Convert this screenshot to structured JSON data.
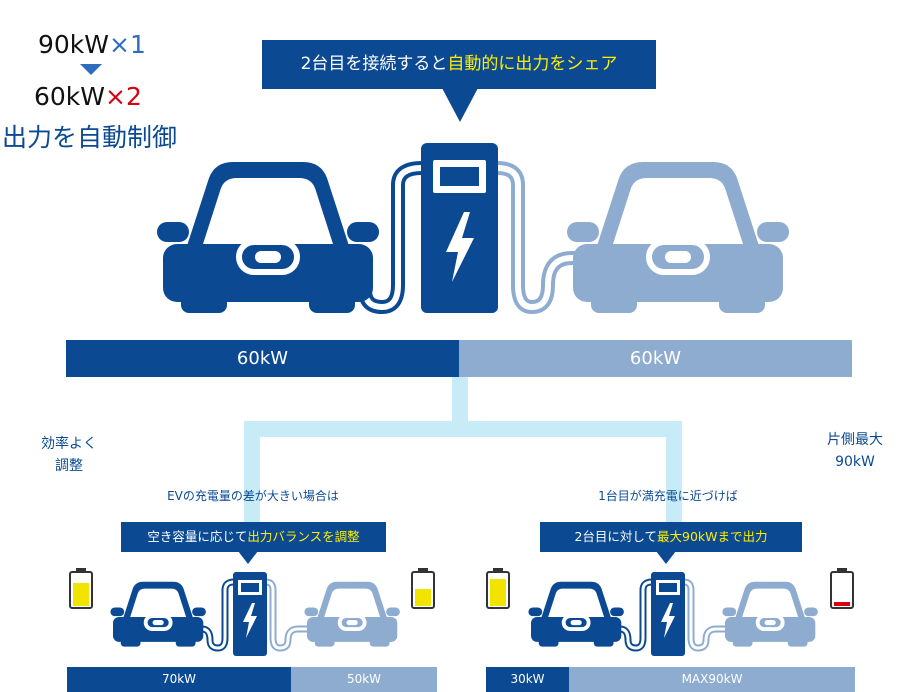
{
  "colors": {
    "dark_blue": "#0b4a93",
    "light_blue": "#8eacd0",
    "connector": "#c8ecf7",
    "yellow_text": "#ffee00",
    "red": "#d7000f",
    "battery_yellow": "#f2e400"
  },
  "header": {
    "before_value": "90kW",
    "before_mult": "×1",
    "after_value": "60kW",
    "after_mult": "×2",
    "caption": "出力を自動制御"
  },
  "top_callout": {
    "plain": "2台目を接続すると",
    "highlight": "自動的に出力をシェア"
  },
  "main_split": {
    "left_label": "60kW",
    "right_label": "60kW",
    "left_share": 0.5
  },
  "left_scenario": {
    "side_label": [
      "効率よく",
      "調整"
    ],
    "condition": "EVの充電量の差が大きい場合は",
    "callout_plain": "空き容量に応じて",
    "callout_highlight": "出力バランスを調整",
    "bar_left": "70kW",
    "bar_right": "50kW",
    "left_kw": 70,
    "right_kw": 50,
    "battery_left_level": 0.72,
    "battery_right_level": 0.52
  },
  "right_scenario": {
    "side_label": [
      "片側最大",
      "90kW"
    ],
    "condition": "1台目が満充電に近づけば",
    "callout_plain": "2台目に対して",
    "callout_highlight": "最大90kWまで出力",
    "bar_left": "30kW",
    "bar_right": "MAX90kW",
    "left_kw": 30,
    "right_kw": 90,
    "battery_left_level": 0.85,
    "battery_right_level": 0.12
  },
  "icons": {
    "charger": "charging-station-icon",
    "bolt": "lightning-bolt-icon",
    "car": "car-front-icon",
    "battery": "battery-icon",
    "arrow": "arrow-down-icon"
  }
}
